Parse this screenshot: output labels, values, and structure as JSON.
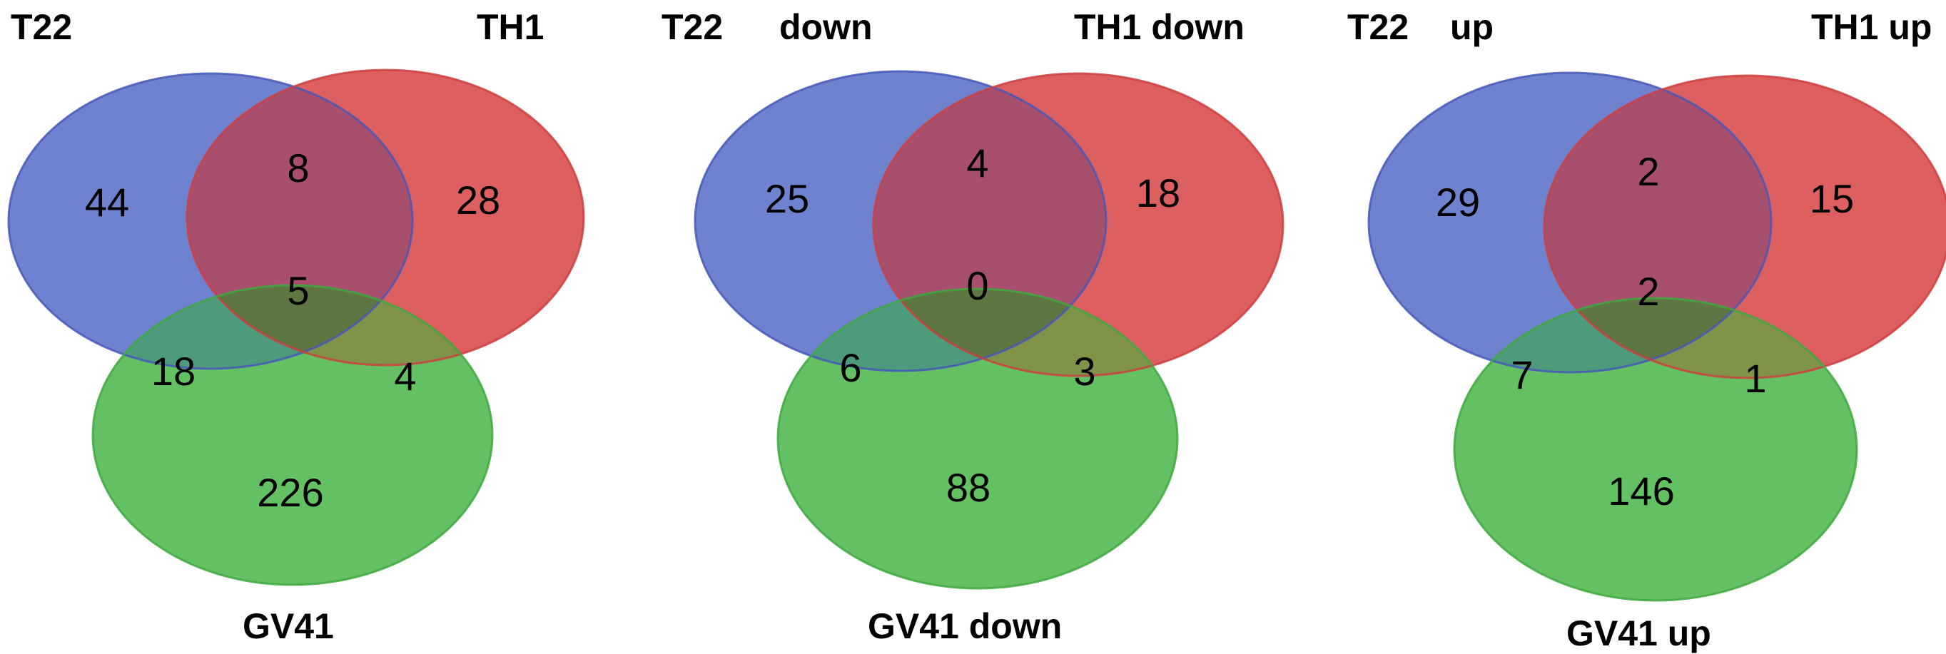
{
  "colors": {
    "a_fill": "#6f82cf",
    "a_stroke": "#4857b8",
    "b_fill": "#de5f5f",
    "b_stroke": "#cc3e40",
    "c_fill": "#63c063",
    "c_stroke": "#3ea83e",
    "overlap_ab": "#a84f6e",
    "overlap_ac": "#4d9a7c",
    "overlap_bc": "#7f9449",
    "overlap_abc": "#5e7641"
  },
  "venns": [
    {
      "id": "all",
      "labels": {
        "a": "T22",
        "b": "TH1",
        "c": "GV41"
      },
      "regions": {
        "a_only": "44",
        "b_only": "28",
        "c_only": "226",
        "ab": "8",
        "ac": "18",
        "bc": "4",
        "abc": "5"
      }
    },
    {
      "id": "down",
      "labels": {
        "a": "T22",
        "a_suffix": "down",
        "b": "TH1 down",
        "c": "GV41 down"
      },
      "regions": {
        "a_only": "25",
        "b_only": "18",
        "c_only": "88",
        "ab": "4",
        "ac": "6",
        "bc": "3",
        "abc": "0"
      }
    },
    {
      "id": "up",
      "labels": {
        "a": "T22",
        "a_suffix": "up",
        "b": "TH1 up",
        "c": "GV41 up"
      },
      "regions": {
        "a_only": "29",
        "b_only": "15",
        "c_only": "146",
        "ab": "2",
        "ac": "7",
        "bc": "1",
        "abc": "2"
      }
    }
  ]
}
